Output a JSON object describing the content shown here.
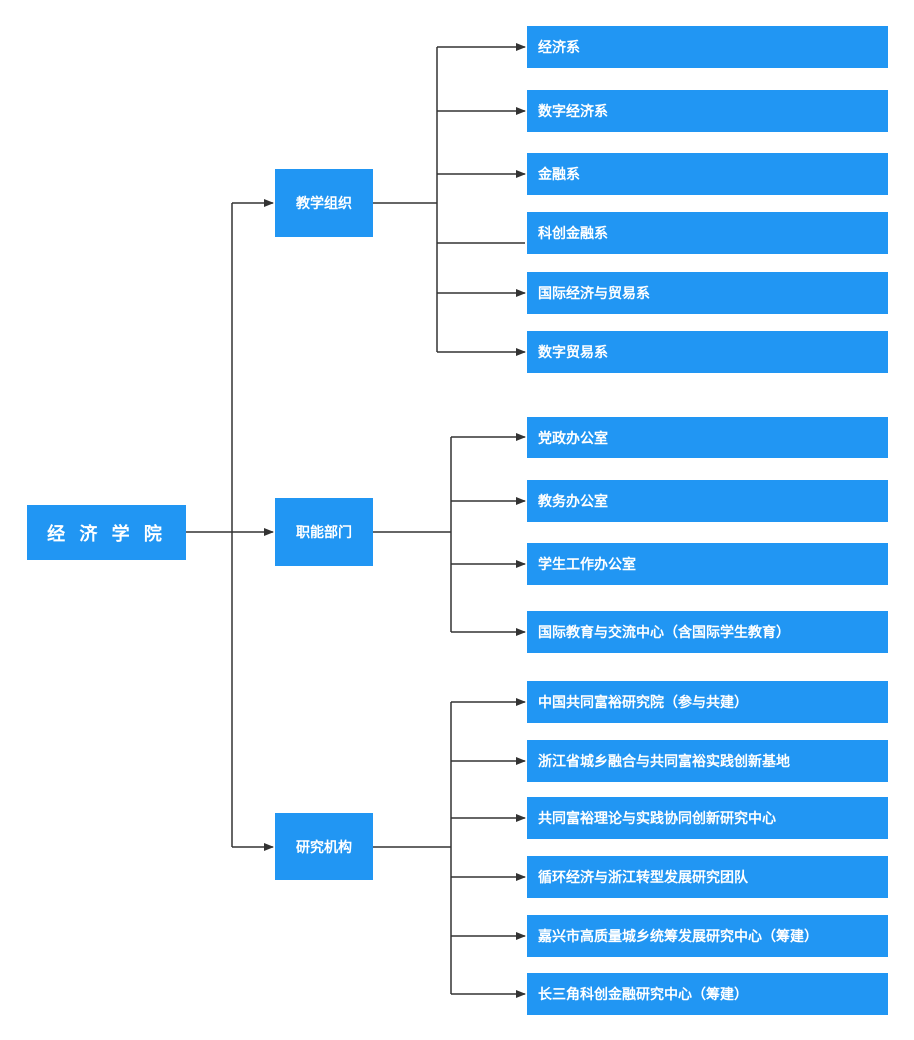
{
  "root": {
    "label": "经 济 学 院"
  },
  "groups": [
    {
      "label": "教学组织",
      "children": [
        "经济系",
        "数字经济系",
        "金融系",
        "科创金融系",
        "国际经济与贸易系",
        "数字贸易系"
      ]
    },
    {
      "label": "职能部门",
      "children": [
        "党政办公室",
        "教务办公室",
        "学生工作办公室",
        "国际教育与交流中心（含国际学生教育）"
      ]
    },
    {
      "label": "研究机构",
      "children": [
        "中国共同富裕研究院（参与共建）",
        "浙江省城乡融合与共同富裕实践创新基地",
        "共同富裕理论与实践协同创新研究中心",
        "循环经济与浙江转型发展研究团队",
        "嘉兴市高质量城乡统筹发展研究中心（筹建）",
        "长三角科创金融研究中心（筹建）"
      ]
    }
  ],
  "colors": {
    "box": "#2196f3",
    "text": "#ffffff",
    "line": "#333333"
  }
}
